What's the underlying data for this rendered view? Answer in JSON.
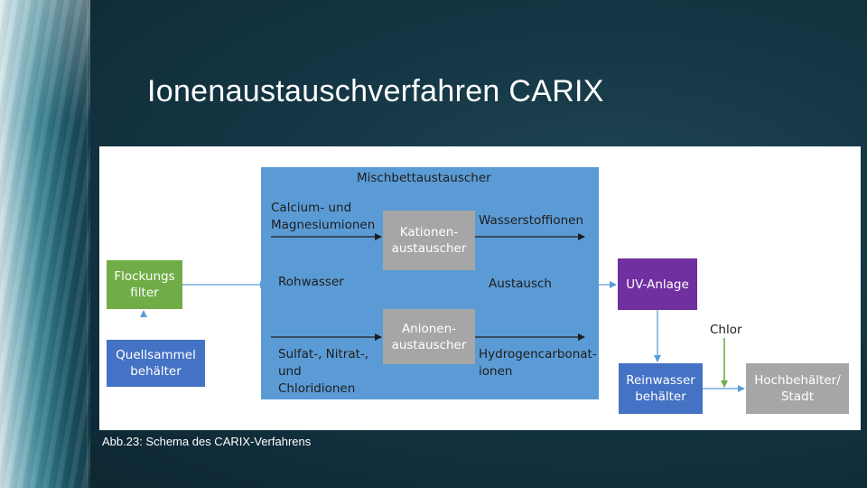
{
  "slide": {
    "title": "Ionenaustauschverfahren CARIX",
    "caption": "Abb.23: Schema des CARIX-Verfahrens"
  },
  "diagram": {
    "mixed_bed": {
      "label": "Mischbettaustauscher",
      "calcium_label": "Calcium- und\nMagnesiumionen",
      "cation_exchanger": "Kationen-\naustauscher",
      "hydrogen_label": "Wasserstoffionen",
      "raw_water_label": "Rohwasser",
      "exchange_label": "Austausch",
      "sulfate_label": "Sulfat-, Nitrat-,\nund\nChloridionen",
      "anion_exchanger": "Anionen-\naustauscher",
      "bicarbonate_label": "Hydrogencarbonat-\nionen"
    },
    "flocculation_filter": "Flockungs\nfilter",
    "source_tank": "Quellsammel\nbehälter",
    "uv_plant": "UV-Anlage",
    "chlorine_label": "Chlor",
    "clean_water_tank": "Reinwasser\nbehälter",
    "elevated_tank": "Hochbehälter/\nStadt"
  },
  "colors": {
    "mixed_bed": "#5b9bd5",
    "exchanger_box": "#a6a6a6",
    "filter_green": "#70ad47",
    "source_blue": "#4472c4",
    "uv_purple": "#7030a0",
    "clean_blue": "#4472c4",
    "elevated_gray": "#a6a6a6",
    "arrow_blue": "#5b9bd5",
    "chlorine_green": "#70ad47"
  }
}
